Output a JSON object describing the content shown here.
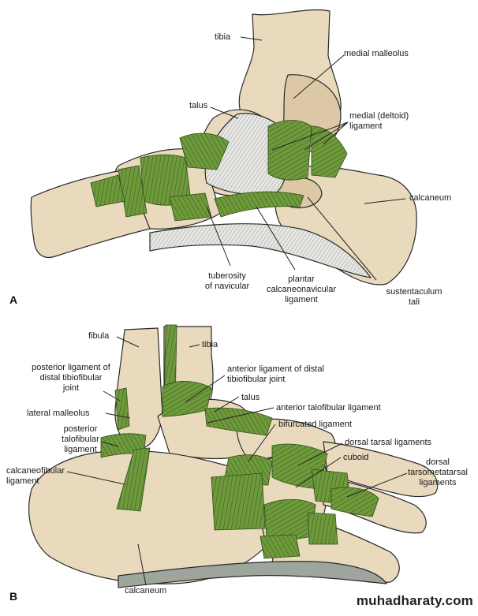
{
  "panel_a": {
    "letter": "A",
    "labels": {
      "tibia": "tibia",
      "medial_malleolus": "medial malleolus",
      "talus": "talus",
      "deltoid": "medial (deltoid)\nligament",
      "calcaneum": "calcaneum",
      "tuberosity": "tuberosity\nof navicular",
      "plantar": "plantar\ncalcaneonavicular\nligament",
      "sustentaculum": "sustentaculum\ntali"
    }
  },
  "panel_b": {
    "letter": "B",
    "labels": {
      "fibula": "fibula",
      "tibia": "tibia",
      "posterior_tibiofibular": "posterior ligament of\ndistal tibiofibular\njoint",
      "anterior_tibiofibular": "anterior ligament of distal\ntibiofibular joint",
      "talus": "talus",
      "lateral_malleolus": "lateral malleolus",
      "anterior_talofibular": "anterior talofibular ligament",
      "posterior_talofibular": "posterior\ntalofibular\nligament",
      "bifurcated": "bifurcated ligament",
      "dorsal_tarsal": "dorsal tarsal ligaments",
      "cuboid": "cuboid",
      "calcaneofibular": "calcaneofibular\nligament",
      "dorsal_tarsometatarsal": "dorsal\ntarsometatarsal\nligaments",
      "calcaneum": "calcaneum"
    }
  },
  "watermark": "muhadharaty.com",
  "colors": {
    "bone": "#e9d9bd",
    "bone_shadow": "#cdb894",
    "ligament": "#6f9a3c",
    "ligament_dark": "#4d7527",
    "outline": "#2a2a2a"
  }
}
